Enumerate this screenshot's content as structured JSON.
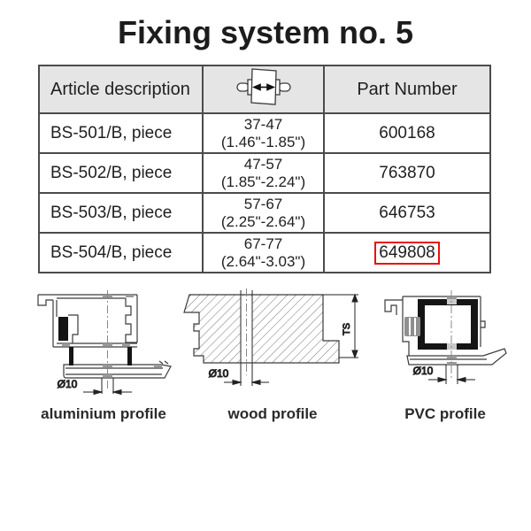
{
  "title": "Fixing system no. 5",
  "table": {
    "headers": {
      "article": "Article description",
      "size_icon": "fixing-width-range-icon",
      "part": "Part Number"
    },
    "rows": [
      {
        "article": "BS-501/B, piece",
        "size_mm": "37-47",
        "size_in": "(1.46\"-1.85\")",
        "part": "600168",
        "highlighted": false
      },
      {
        "article": "BS-502/B, piece",
        "size_mm": "47-57",
        "size_in": "(1.85\"-2.24\")",
        "part": "763870",
        "highlighted": false
      },
      {
        "article": "BS-503/B, piece",
        "size_mm": "57-67",
        "size_in": "(2.25\"-2.64\")",
        "part": "646753",
        "highlighted": false
      },
      {
        "article": "BS-504/B, piece",
        "size_mm": "67-77",
        "size_in": "(2.64\"-3.03\")",
        "part": "649808",
        "highlighted": true
      }
    ]
  },
  "diagrams": [
    {
      "id": "aluminium",
      "caption": "aluminium profile",
      "dim_label": "Ø10"
    },
    {
      "id": "wood",
      "caption": "wood profile",
      "dim_label": "Ø10",
      "height_label": "TS"
    },
    {
      "id": "pvc",
      "caption": "PVC profile",
      "dim_label": "Ø10"
    }
  ],
  "colors": {
    "highlight_box": "#e8110f",
    "header_bg": "#e5e5e5",
    "table_border": "#4b4b4b",
    "line": "#3a3a3a",
    "text": "#1f1f1f"
  }
}
